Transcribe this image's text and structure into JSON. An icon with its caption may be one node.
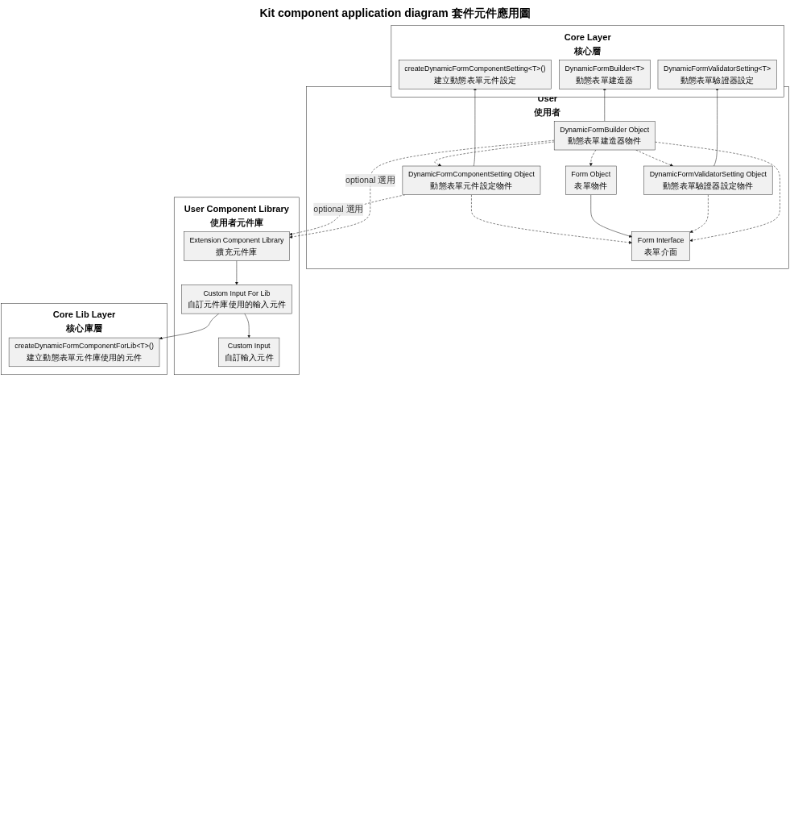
{
  "diagram": {
    "title": "Kit component application diagram 套件元件應用圖",
    "nodes": [
      {
        "text": [
          "Core Layer",
          "核心層"
        ]
      },
      {
        "text": [
          "DynamicFormBuilder<T>",
          "動態表單建造器"
        ],
        "in": 0
      },
      {
        "text": [
          "DynamicFormValidatorSetting<T>",
          "動態表單驗證器設定"
        ],
        "in": 0
      },
      {
        "text": [
          "createDynamicFormComponentSetting<T>()",
          "建立動態表單元件設定"
        ],
        "in": 0
      },
      {
        "text": [
          "User",
          "使用者"
        ]
      },
      {
        "text": [
          "DynamicFormValidatorSetting Object",
          "動態表單驗證器設定物件"
        ],
        "in": 4
      },
      {
        "text": [
          "Form Object",
          "表單物件"
        ],
        "in": 4
      },
      {
        "text": [
          "DynamicFormBuilder Object",
          "動態表單建造器物件"
        ],
        "in": 4
      },
      {
        "text": [
          "DynamicFormComponentSetting Object",
          "動態表單元件設定物件"
        ],
        "in": 4
      },
      {
        "text": [
          "Form Interface",
          "表單介面"
        ],
        "in": 4
      },
      {
        "text": [
          "User Component Library",
          "使用者元件庫"
        ]
      },
      {
        "text": [
          "Extension Component Library",
          "擴充元件庫"
        ],
        "in": 10
      },
      {
        "text": [
          "Custom Input For Lib",
          "自訂元件庫使用的輸入元件"
        ],
        "in": 10
      },
      {
        "text": [
          "Custom Input",
          "自訂輸入元件"
        ],
        "in": 10
      },
      {
        "text": [
          "Core Lib Layer",
          "核心庫層"
        ]
      },
      {
        "text": [
          "createDynamicFormComponentForLib<T>()",
          "建立動態表單元件庫使用的元件"
        ],
        "in": 14
      }
    ],
    "edges": [
      {
        "from": 7,
        "to": 1,
        "arrow": "to"
      },
      {
        "from": 5,
        "to": 2,
        "arrow": "to"
      },
      {
        "from": 8,
        "to": 3,
        "arrow": "to"
      },
      {
        "from": 7,
        "to": 5,
        "arrow": "to",
        "style": "dashed"
      },
      {
        "from": 7,
        "to": 6,
        "arrow": "to",
        "style": "dashed"
      },
      {
        "from": 7,
        "to": 8,
        "arrow": "to",
        "style": "dashed"
      },
      {
        "from": 7,
        "to": 9,
        "arrow": "to",
        "style": "dashed"
      },
      {
        "from": 5,
        "to": 9,
        "arrow": "to",
        "style": "dashed"
      },
      {
        "from": 6,
        "to": 9,
        "arrow": "to"
      },
      {
        "from": 8,
        "to": 9,
        "arrow": "to",
        "style": "dashed"
      },
      {
        "from": 7,
        "to": 11,
        "arrow": "to",
        "style": "dashed",
        "label": "optional 選用"
      },
      {
        "from": 8,
        "to": 11,
        "arrow": "to",
        "style": "dashed",
        "label": "optional 選用"
      },
      {
        "from": 11,
        "to": 12,
        "arrow": "to"
      },
      {
        "from": 12,
        "to": 13,
        "arrow": "to"
      },
      {
        "from": 12,
        "to": 15,
        "arrow": "to"
      }
    ]
  }
}
